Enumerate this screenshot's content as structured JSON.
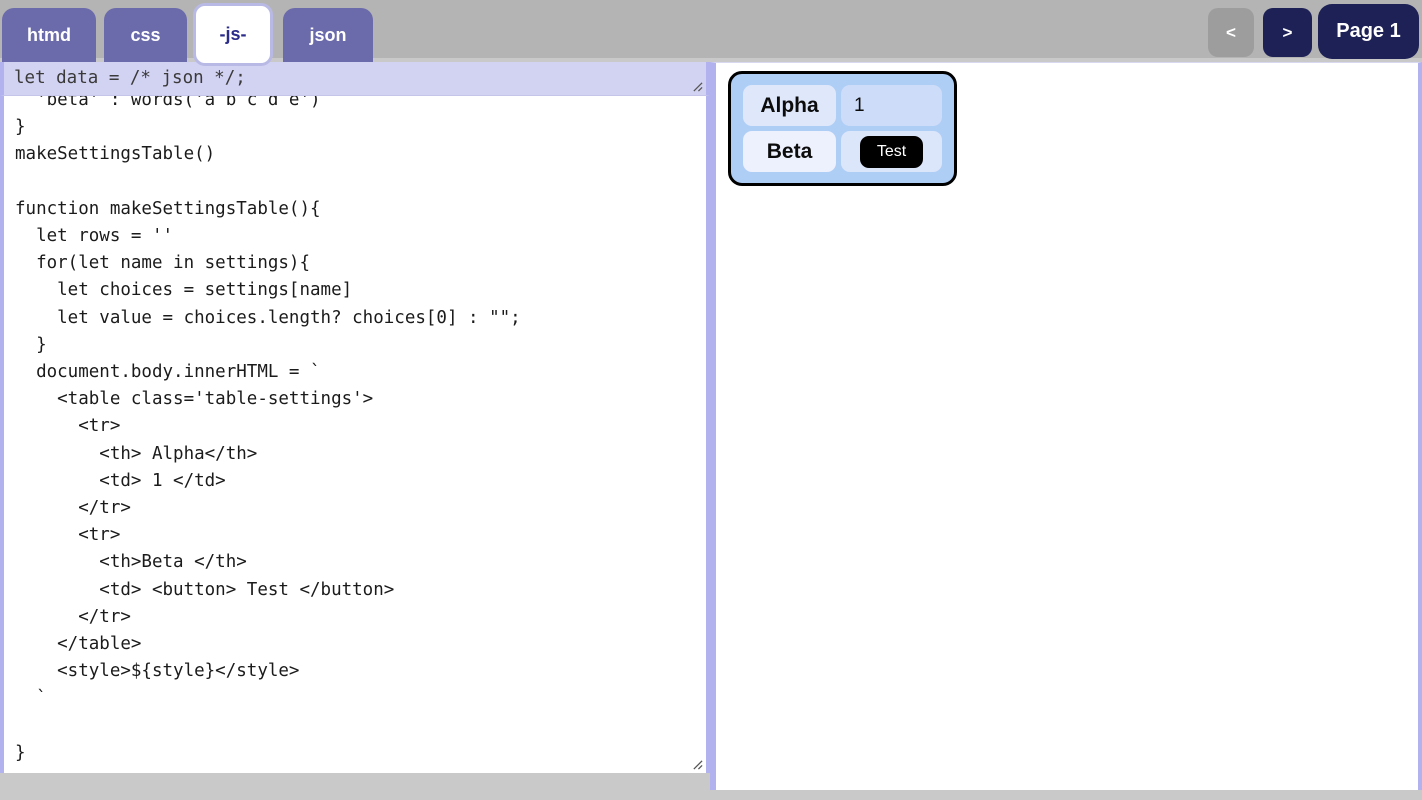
{
  "tabs": [
    {
      "label": "htmd",
      "active": false
    },
    {
      "label": "css",
      "active": false
    },
    {
      "label": "-js-",
      "active": true
    },
    {
      "label": "json",
      "active": false
    }
  ],
  "nav": {
    "prev_label": "<",
    "next_label": ">",
    "page_label": "Page 1"
  },
  "editor": {
    "data_line": "let data = /* json */;",
    "code": "  'beta' : words('a b c d e')\n}\nmakeSettingsTable()\n\nfunction makeSettingsTable(){\n  let rows = ''\n  for(let name in settings){\n    let choices = settings[name]\n    let value = choices.length? choices[0] : \"\";\n  }\n  document.body.innerHTML = `\n    <table class='table-settings'>\n      <tr>\n        <th> Alpha</th>\n        <td> 1 </td>\n      </tr>\n      <tr>\n        <th>Beta </th>\n        <td> <button> Test </button>\n      </tr>\n    </table>\n    <style>${style}</style>\n  `\n\n}"
  },
  "preview": {
    "table": {
      "rows": [
        {
          "header": "Alpha",
          "value": "1",
          "value_type": "text"
        },
        {
          "header": "Beta",
          "value": "Test",
          "value_type": "button"
        }
      ]
    }
  },
  "colors": {
    "header-bg": "#b4b4b4",
    "page-bg": "#c9c9c9",
    "tab-purple": "#6b6aab",
    "tab-active-border": "#b9b9e6",
    "tab-active-text": "#2b2b8a",
    "nav-navy": "#1e2156",
    "nav-gray": "#9d9d9d",
    "panel-border": "#b2b2ee",
    "selection-bg": "#d2d2f3",
    "card-blue": "#afcef5",
    "cell-header-1": "#dfe8fb",
    "cell-value-1": "#cddcf8",
    "cell-header-2": "#edf0fd",
    "cell-value-2": "#dce6fa",
    "button-black": "#000000"
  }
}
